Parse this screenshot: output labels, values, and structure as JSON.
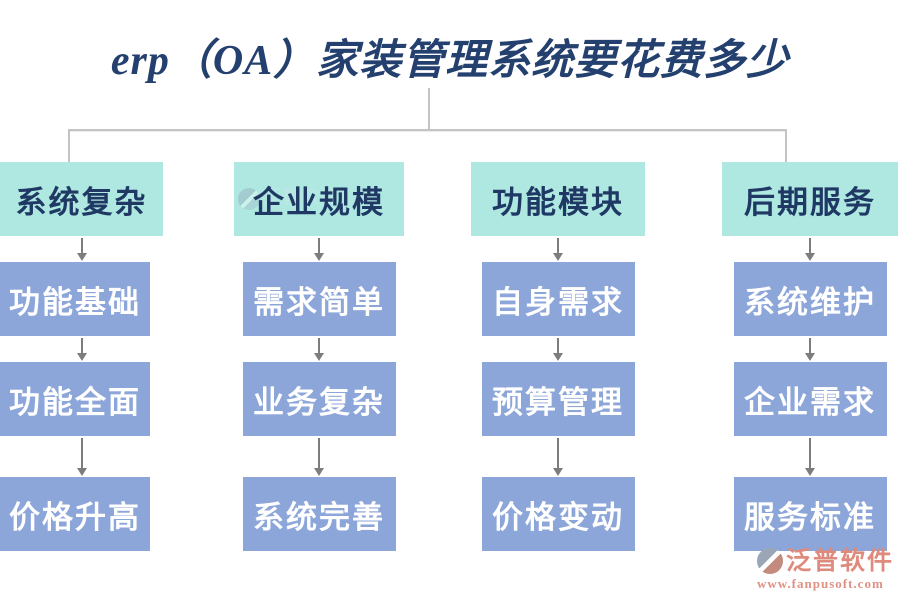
{
  "title": "erp（OA）家装管理系统要花费多少",
  "columns": [
    {
      "header": "系统复杂",
      "items": [
        "功能基础",
        "功能全面",
        "价格升高"
      ]
    },
    {
      "header": "企业规模",
      "items": [
        "需求简单",
        "业务复杂",
        "系统完善"
      ]
    },
    {
      "header": "功能模块",
      "items": [
        "自身需求",
        "预算管理",
        "价格变动"
      ]
    },
    {
      "header": "后期服务",
      "items": [
        "系统维护",
        "企业需求",
        "服务标准"
      ]
    }
  ],
  "watermark": {
    "brand": "泛普软件",
    "subtext": "FANPUSOFT"
  },
  "logo": {
    "brand": "泛普软件",
    "url": "www.fanpusoft.com"
  },
  "colors": {
    "header_bg": "#aee8e0",
    "item_bg": "#8da6d9",
    "title_text": "#24406e",
    "header_text": "#1f3864",
    "item_text": "#ffffff",
    "arrow": "#7d7d7d",
    "connector": "#c4c4c4",
    "logo_text": "#de8a7c"
  }
}
